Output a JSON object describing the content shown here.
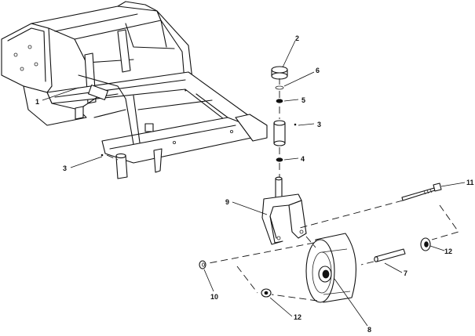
{
  "callouts": [
    {
      "id": "c1",
      "label": "1"
    },
    {
      "id": "c2",
      "label": "2"
    },
    {
      "id": "c3a",
      "label": "3"
    },
    {
      "id": "c3b",
      "label": "3"
    },
    {
      "id": "c4",
      "label": "4"
    },
    {
      "id": "c5",
      "label": "5"
    },
    {
      "id": "c6",
      "label": "6"
    },
    {
      "id": "c7",
      "label": "7"
    },
    {
      "id": "c8",
      "label": "8"
    },
    {
      "id": "c9",
      "label": "9"
    },
    {
      "id": "c10",
      "label": "10"
    },
    {
      "id": "c11",
      "label": "11"
    },
    {
      "id": "c12a",
      "label": "12"
    },
    {
      "id": "c12b",
      "label": "12"
    }
  ]
}
